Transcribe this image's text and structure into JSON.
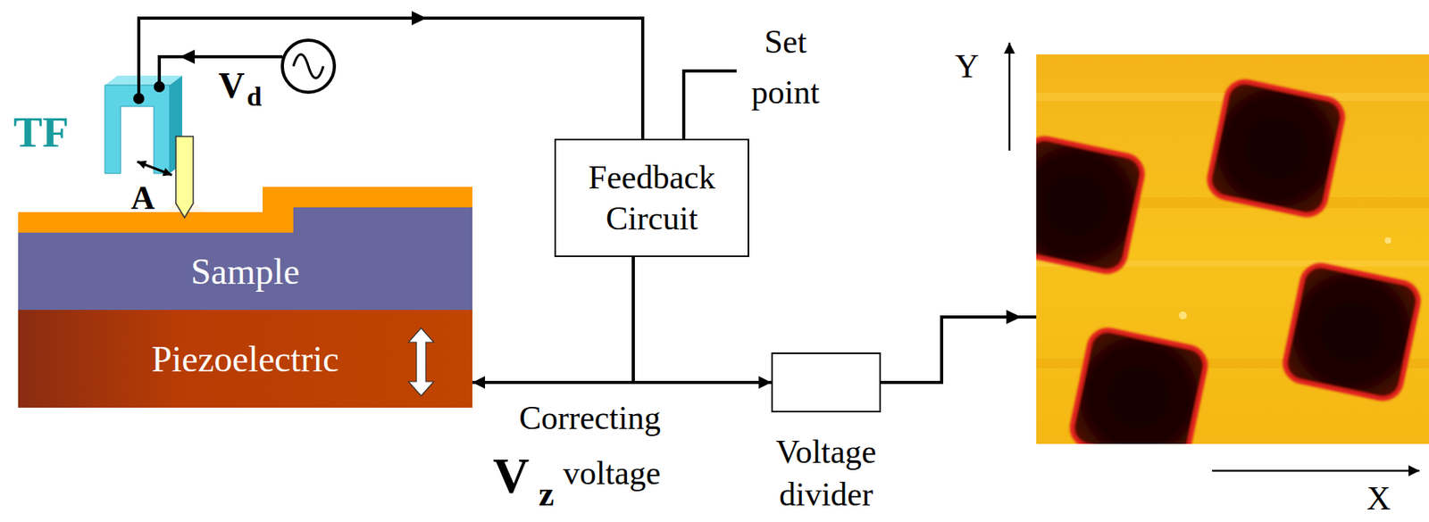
{
  "diagram": {
    "nodes": [
      {
        "text": [
          "Sample"
        ]
      },
      {
        "text": [
          "Piezoelectric"
        ]
      },
      {
        "text": [
          "Feedback Circuit"
        ]
      },
      {
        "text": [
          "Voltage divider"
        ]
      }
    ],
    "edges": [
      {
        "from": 2,
        "to": 1,
        "arrow": "to"
      },
      {
        "from": 2,
        "to": 3,
        "arrow": "to"
      }
    ],
    "labels": [
      "TF",
      "V",
      "d",
      "A",
      "Set point",
      "Correcting",
      "V",
      "z",
      "voltage",
      "Y",
      "X"
    ]
  }
}
